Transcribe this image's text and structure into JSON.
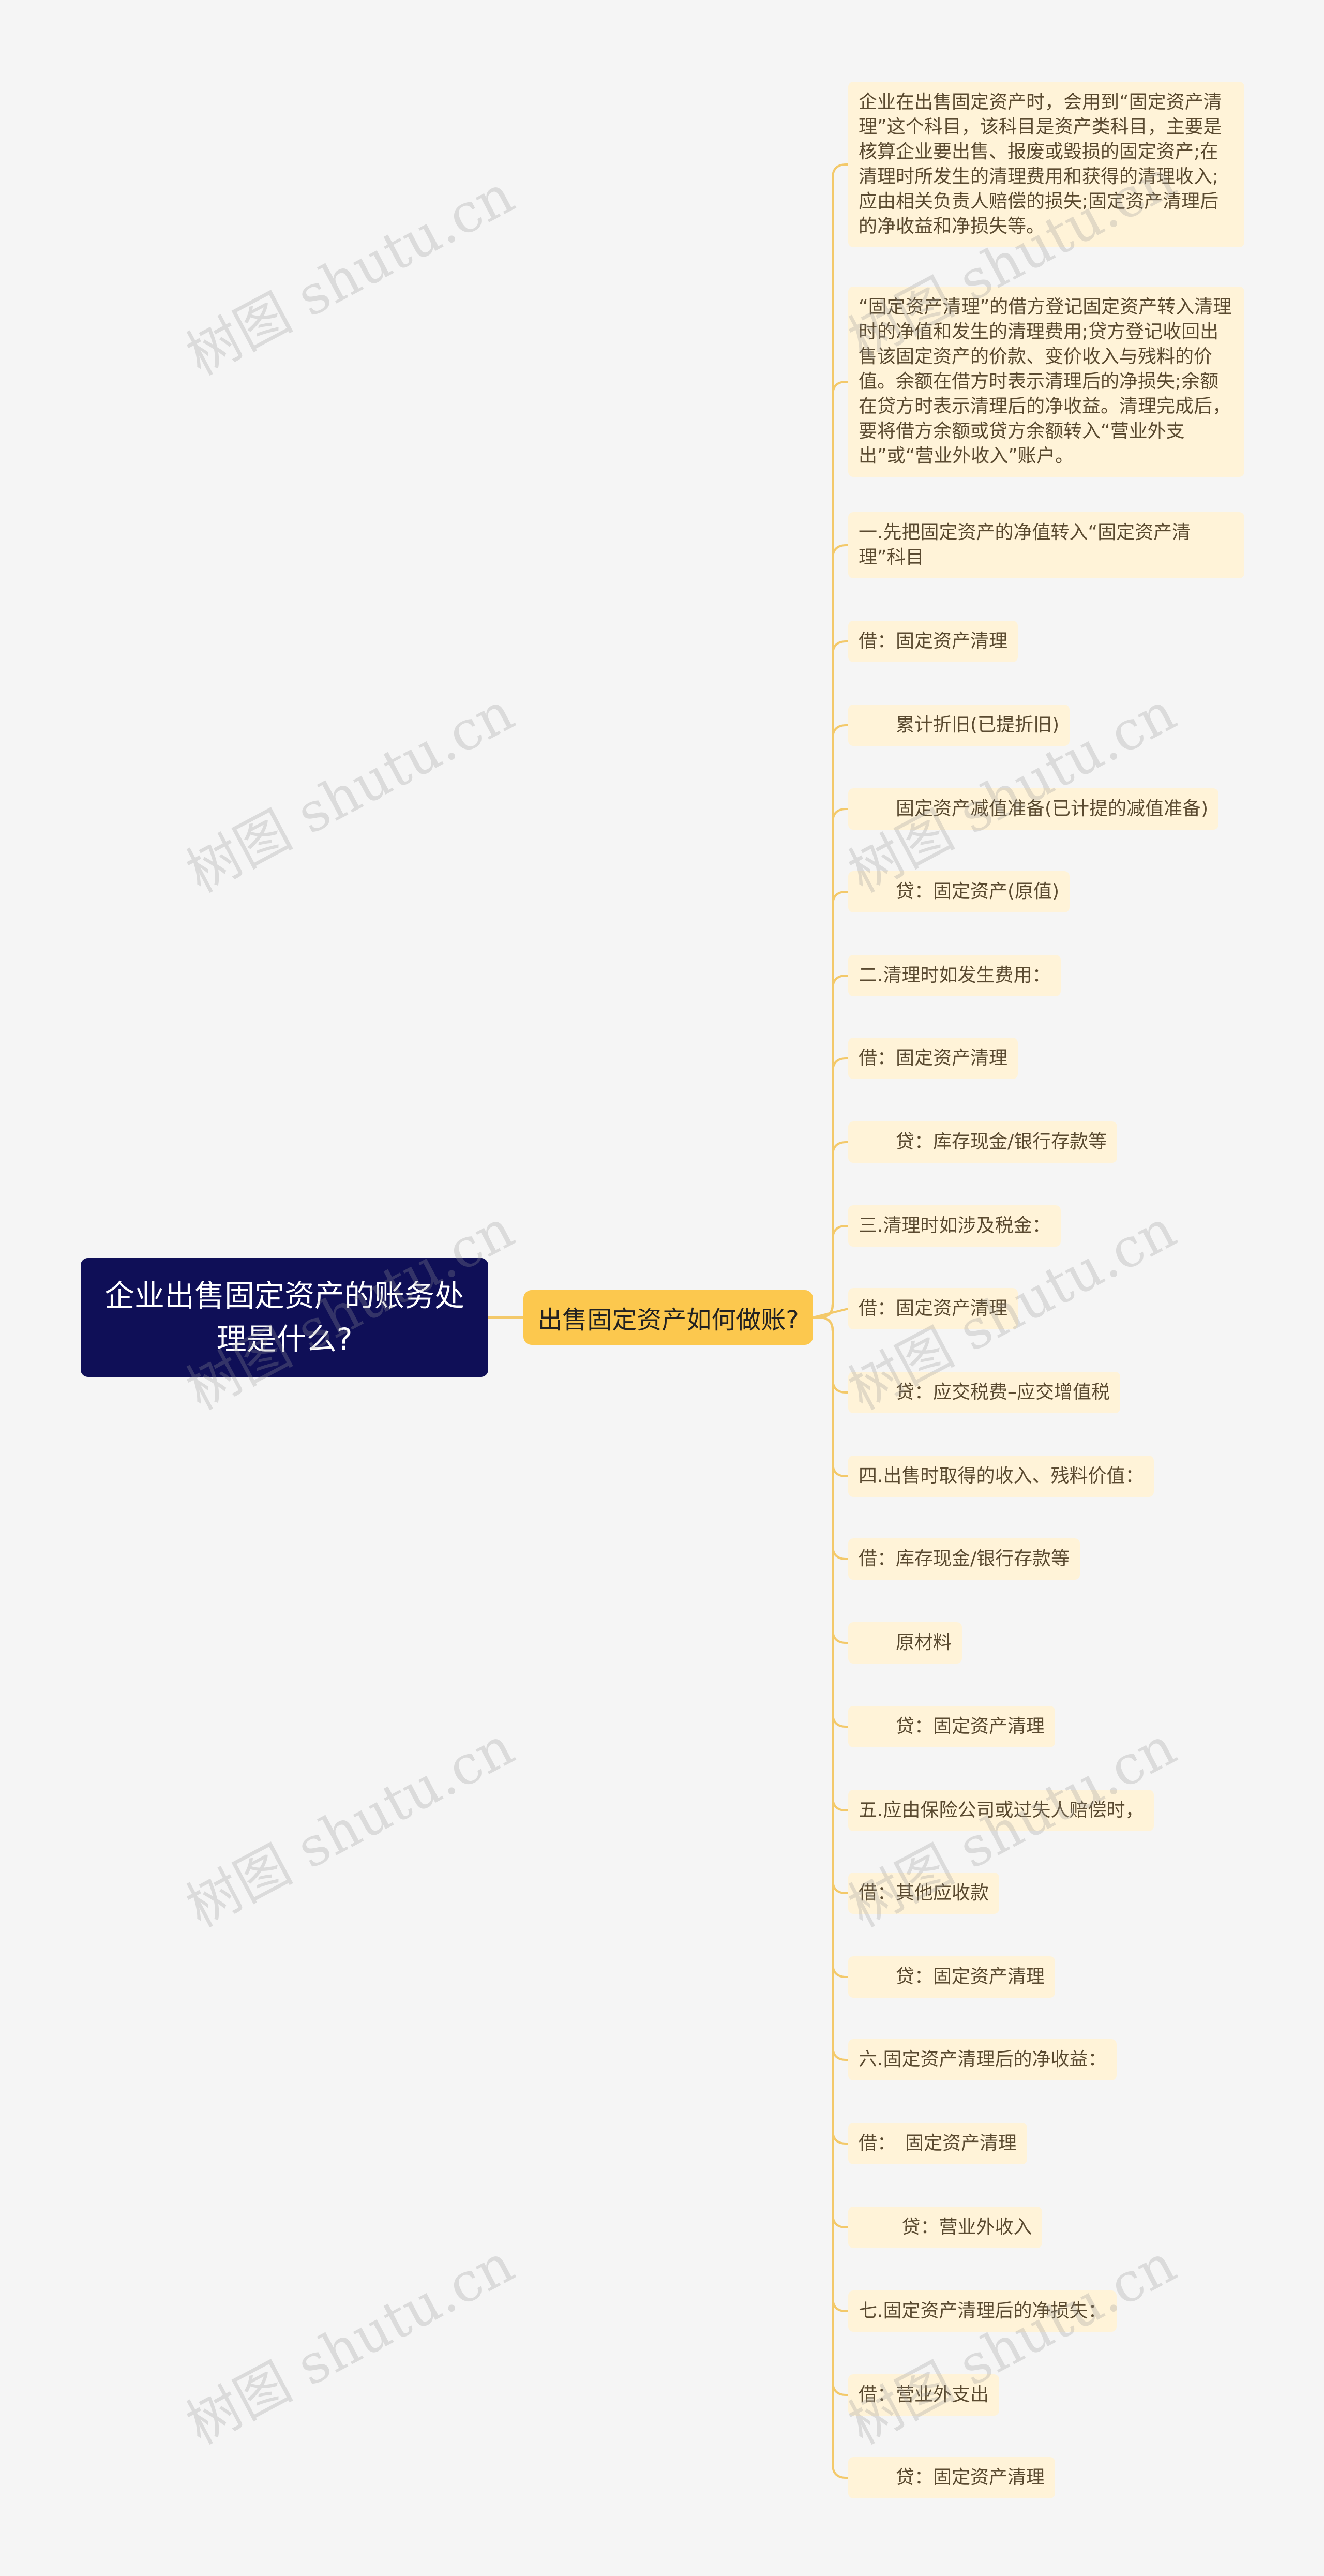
{
  "root": {
    "label": "企业出售固定资产的账务处理是什么?"
  },
  "branch": {
    "label": "出售固定资产如何做账?"
  },
  "leaves": [
    "企业在出售固定资产时，会用到“固定资产清理”这个科目，该科目是资产类科目，主要是核算企业要出售、报废或毁损的固定资产;在清理时所发生的清理费用和获得的清理收入;应由相关负责人赔偿的损失;固定资产清理后的净收益和净损失等。",
    "“固定资产清理”的借方登记固定资产转入清理时的净值和发生的清理费用;贷方登记收回出售该固定资产的价款、变价收入与残料的价值。余额在借方时表示清理后的净损失;余额在贷方时表示清理后的净收益。清理完成后，要将借方余额或贷方余额转入“营业外支出”或“营业外收入”账户。",
    "一.先把固定资产的净值转入“固定资产清理”科目",
    "借：固定资产清理",
    "　　累计折旧(已提折旧)",
    "　　固定资产减值准备(已计提的减值准备)",
    "　　贷：固定资产(原值)",
    "二.清理时如发生费用：",
    "借：固定资产清理",
    "　　贷：库存现金/银行存款等",
    "三.清理时如涉及税金：",
    "借：固定资产清理",
    "　　贷：应交税费–应交增值税",
    "四.出售时取得的收入、残料价值：",
    "借：库存现金/银行存款等",
    "　　原材料",
    "　　贷：固定资产清理",
    "五.应由保险公司或过失人赔偿时，",
    "借：其他应收款",
    "　　贷：固定资产清理",
    "六.固定资产清理后的净收益：",
    "借：　固定资产清理",
    "　　 贷：营业外收入",
    "七.固定资产清理后的净损失：",
    "借：营业外支出",
    "　　贷：固定资产清理"
  ],
  "watermark": "树图 shutu.cn",
  "colors": {
    "root": "#0f0f57",
    "branch": "#fcc84e",
    "leaf": "#fff3d8",
    "line": "#f3c96a",
    "background": "#f5f5f5"
  }
}
